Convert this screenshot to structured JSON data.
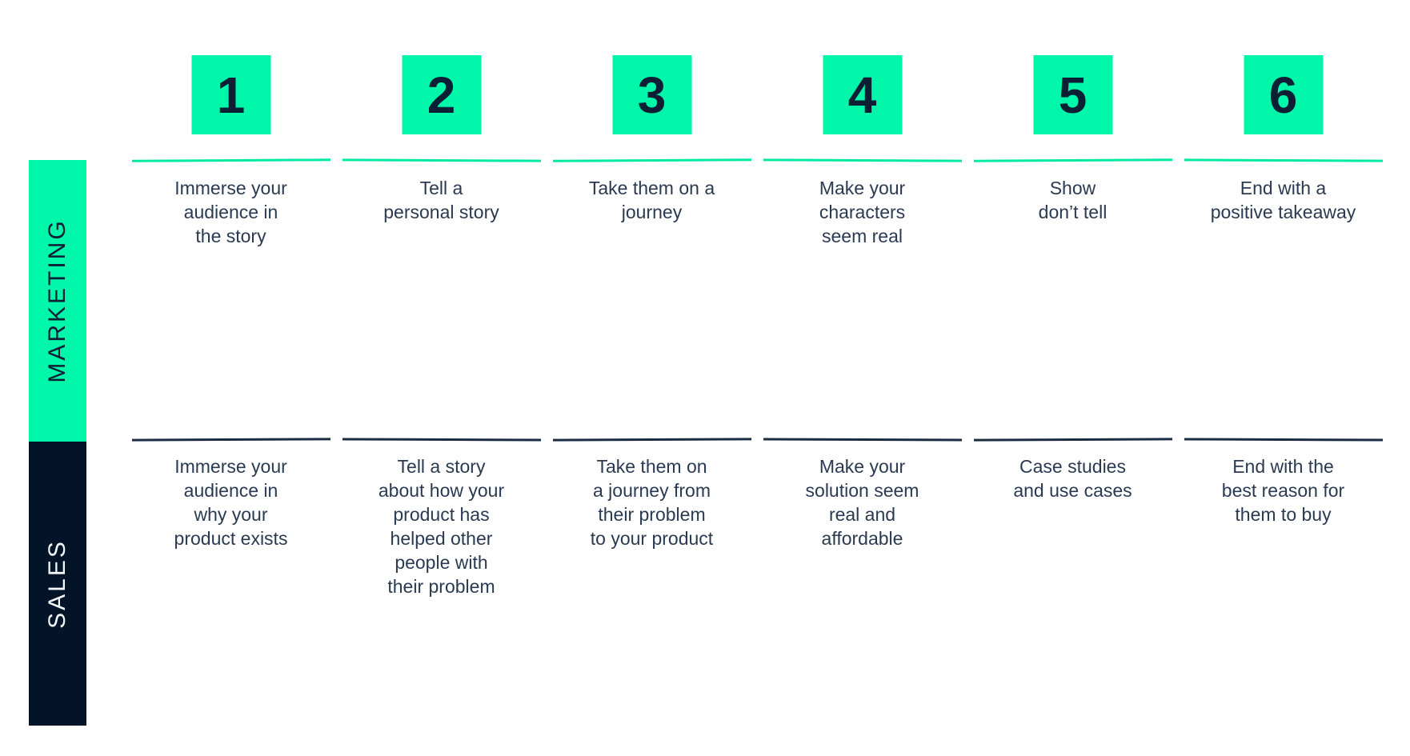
{
  "colors": {
    "mint_green": "#00F6A8",
    "dark_navy": "#031428",
    "number_navy": "#0D1F35",
    "body_text_navy": "#2A3A52",
    "sales_divider_navy": "#1A2C42",
    "sales_label_white": "#F4F8FA",
    "background": "#FFFFFF"
  },
  "rows": {
    "marketing": {
      "label": "MARKETING"
    },
    "sales": {
      "label": "SALES"
    }
  },
  "columns": [
    {
      "number": "1",
      "marketing": "Immerse your\naudience in\nthe story",
      "sales": "Immerse your\naudience in\nwhy your\nproduct exists"
    },
    {
      "number": "2",
      "marketing": "Tell a\npersonal story",
      "sales": "Tell a story\nabout how your\nproduct has\nhelped other\npeople with\ntheir problem"
    },
    {
      "number": "3",
      "marketing": "Take them on a\njourney",
      "sales": "Take them on\na journey from\ntheir problem\nto your product"
    },
    {
      "number": "4",
      "marketing": "Make your\ncharacters\nseem real",
      "sales": "Make your\nsolution seem\nreal and\naffordable"
    },
    {
      "number": "5",
      "marketing": "Show\ndon’t tell",
      "sales": "Case studies\nand use cases"
    },
    {
      "number": "6",
      "marketing": "End with a\npositive takeaway",
      "sales": "End with the\nbest reason for\nthem to buy"
    }
  ]
}
